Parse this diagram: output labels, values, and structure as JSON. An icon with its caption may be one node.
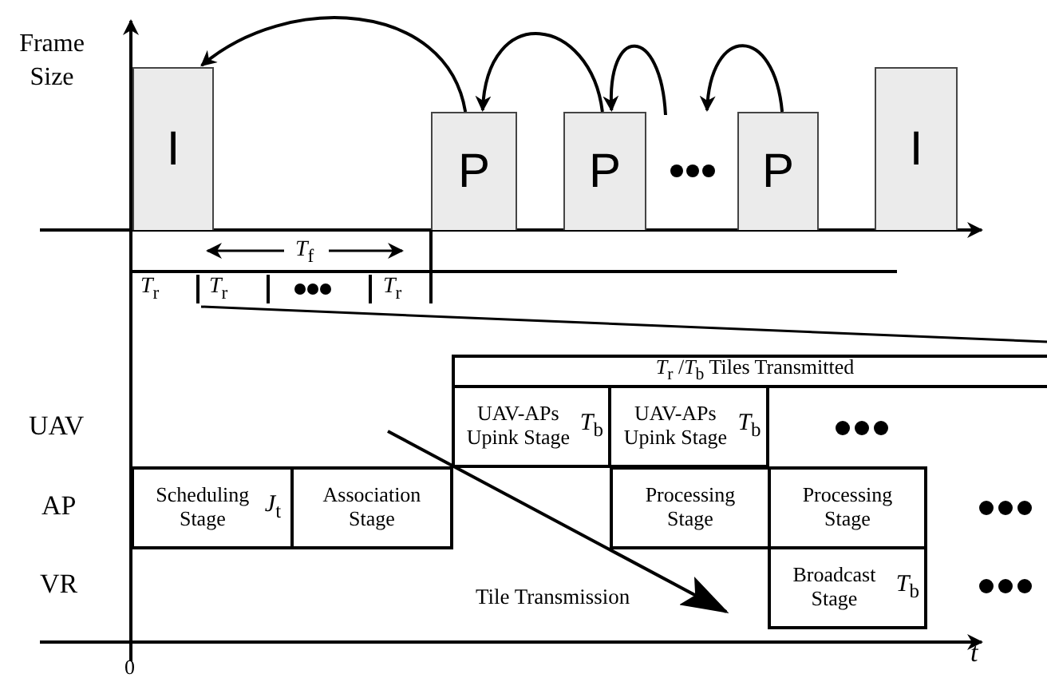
{
  "diagram": {
    "nodes": [
      {
        "text": [
          "I"
        ]
      },
      {
        "text": [
          "P"
        ]
      },
      {
        "text": [
          "P"
        ]
      },
      {
        "text": [
          "P"
        ]
      },
      {
        "text": [
          "I"
        ]
      },
      {
        "text": [
          "*T*$_{r}$ /*T*$_{b}$ Tiles Transmitted"
        ]
      },
      {
        "text": [
          "UAV-APs Upink Stage",
          "*T*$_{b}$"
        ]
      },
      {
        "text": [
          "UAV-APs Upink Stage",
          "*T*$_{b}$"
        ]
      },
      {
        "text": [
          "Scheduling Stage",
          "*J*$_{t}$"
        ]
      },
      {
        "text": [
          "Association Stage"
        ]
      },
      {
        "text": [
          "Processing Stage"
        ]
      },
      {
        "text": [
          "Processing Stage"
        ]
      },
      {
        "text": [
          "Broadcast Stage",
          "*T*$_{b}$"
        ]
      }
    ],
    "edges": [
      {
        "from": 1,
        "to": 0,
        "arrow": "to"
      },
      {
        "from": 2,
        "to": 1,
        "arrow": "to"
      },
      {
        "from": null,
        "to": 2,
        "arrow": "to"
      },
      {
        "from": 3,
        "to": null,
        "arrow": "to"
      }
    ],
    "labels": [
      "Frame Size",
      "*T*$_{f}$",
      "*T*$_{r}$",
      "*T*$_{r}$",
      "*T*$_{r}$",
      "UAV",
      "AP",
      "VR",
      "Tile Transmission",
      "0",
      "*t*"
    ]
  }
}
